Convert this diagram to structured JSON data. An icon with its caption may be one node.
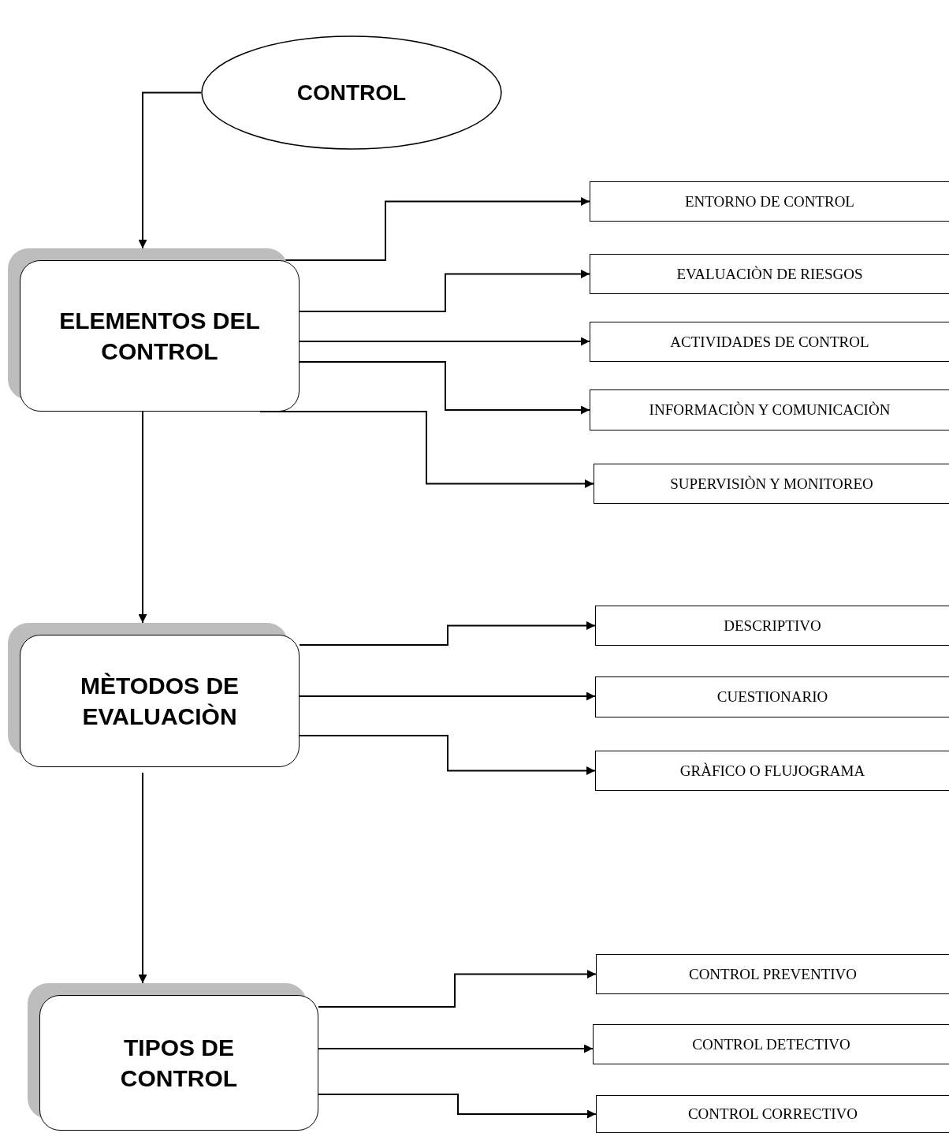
{
  "diagram": {
    "nodes": [
      {
        "text": [
          "CONTROL"
        ]
      },
      {
        "text": [
          "ELEMENTOS DEL CONTROL"
        ]
      },
      {
        "text": [
          "ENTORNO DE CONTROL"
        ]
      },
      {
        "text": [
          "EVALUACIÒN DE RIESGOS"
        ]
      },
      {
        "text": [
          "ACTIVIDADES DE CONTROL"
        ]
      },
      {
        "text": [
          "INFORMACIÒN Y COMUNICACIÒN"
        ]
      },
      {
        "text": [
          "SUPERVISIÒN Y MONITOREO"
        ]
      },
      {
        "text": [
          "MÈTODOS DE EVALUACIÒN"
        ]
      },
      {
        "text": [
          "DESCRIPTIVO"
        ]
      },
      {
        "text": [
          "CUESTIONARIO"
        ]
      },
      {
        "text": [
          "GRÀFICO O FLUJOGRAMA"
        ]
      },
      {
        "text": [
          "TIPOS DE CONTROL"
        ]
      },
      {
        "text": [
          "CONTROL PREVENTIVO"
        ]
      },
      {
        "text": [
          "CONTROL DETECTIVO"
        ]
      },
      {
        "text": [
          "CONTROL CORRECTIVO"
        ]
      }
    ],
    "edges": [
      {
        "from": 0,
        "to": 1,
        "arrow": "to"
      },
      {
        "from": 1,
        "to": 2,
        "arrow": "to"
      },
      {
        "from": 1,
        "to": 3,
        "arrow": "to"
      },
      {
        "from": 1,
        "to": 4,
        "arrow": "to"
      },
      {
        "from": 1,
        "to": 5,
        "arrow": "to"
      },
      {
        "from": 1,
        "to": 6,
        "arrow": "to"
      },
      {
        "from": 1,
        "to": 7,
        "arrow": "to"
      },
      {
        "from": 7,
        "to": 8,
        "arrow": "to"
      },
      {
        "from": 7,
        "to": 9,
        "arrow": "to"
      },
      {
        "from": 7,
        "to": 10,
        "arrow": "to"
      },
      {
        "from": 7,
        "to": 11,
        "arrow": "to"
      },
      {
        "from": 11,
        "to": 12,
        "arrow": "to"
      },
      {
        "from": 11,
        "to": 13,
        "arrow": "to"
      },
      {
        "from": 11,
        "to": 14,
        "arrow": "to"
      }
    ]
  }
}
